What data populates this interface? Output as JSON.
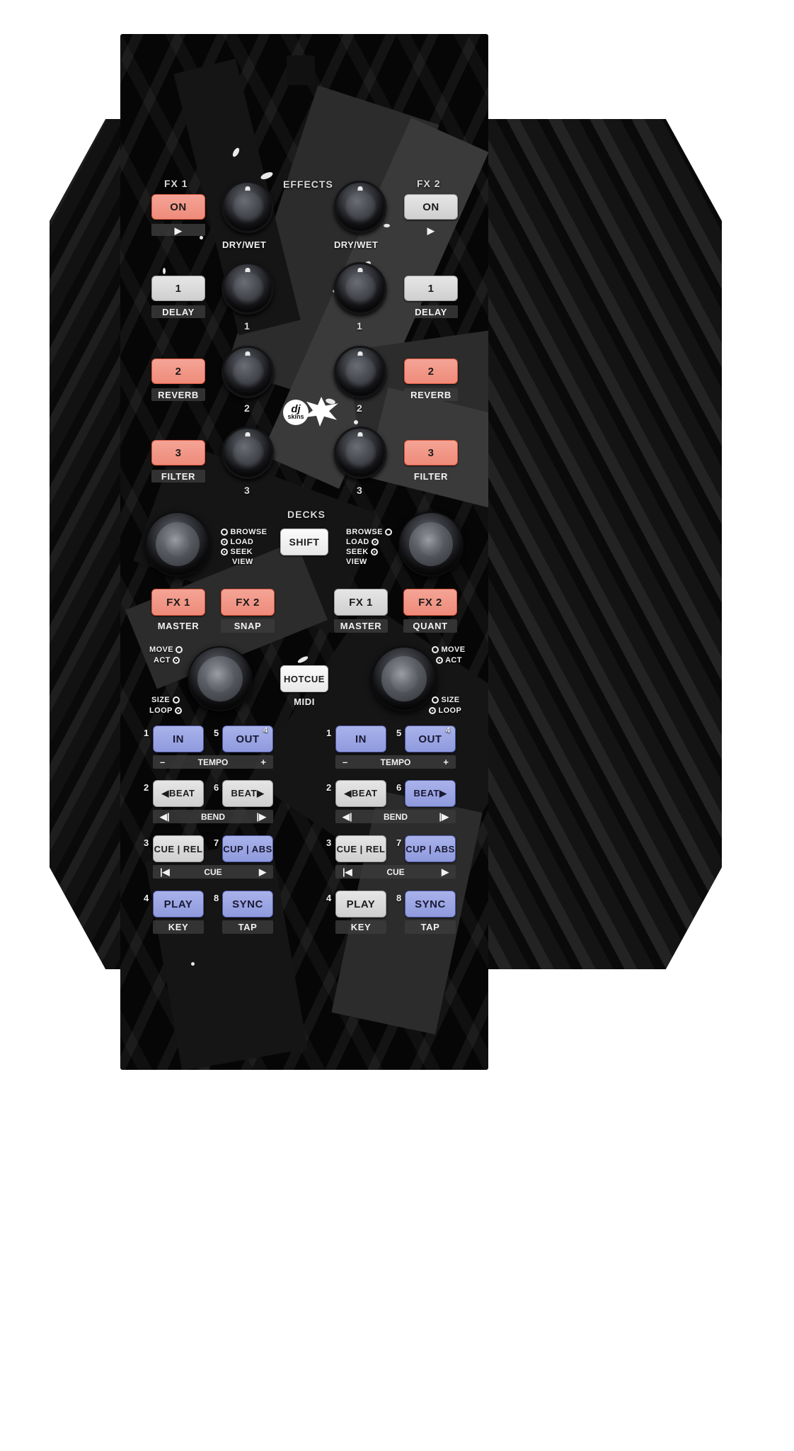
{
  "product": {
    "brand_watermark_top": "dj",
    "brand_watermark_bottom": "skins"
  },
  "sections": {
    "effects_title": "EFFECTS",
    "decks_title": "DECKS"
  },
  "fx": {
    "left": {
      "title": "FX 1",
      "on_label": "ON",
      "arrow_glyph": "▶",
      "slots": [
        {
          "number": "1",
          "name": "DELAY"
        },
        {
          "number": "2",
          "name": "REVERB"
        },
        {
          "number": "3",
          "name": "FILTER"
        }
      ],
      "drywet_label": "DRY/WET",
      "knob_numbers": [
        "1",
        "2",
        "3"
      ]
    },
    "right": {
      "title": "FX 2",
      "on_label": "ON",
      "arrow_glyph": "▶",
      "slots": [
        {
          "number": "1",
          "name": "DELAY"
        },
        {
          "number": "2",
          "name": "REVERB"
        },
        {
          "number": "3",
          "name": "FILTER"
        }
      ],
      "drywet_label": "DRY/WET",
      "knob_numbers": [
        "1",
        "2",
        "3"
      ]
    }
  },
  "browse": {
    "left": {
      "items": [
        "BROWSE",
        "LOAD",
        "SEEK"
      ],
      "extra": "VIEW"
    },
    "right": {
      "items": [
        "BROWSE",
        "LOAD",
        "SEEK"
      ],
      "extra": "VIEW"
    },
    "shift_label": "SHIFT"
  },
  "fx_assign": {
    "left": [
      {
        "button": "FX 1",
        "label": "MASTER"
      },
      {
        "button": "FX 2",
        "label": "SNAP"
      }
    ],
    "right": [
      {
        "button": "FX 1",
        "label": "MASTER"
      },
      {
        "button": "FX 2",
        "label": "QUANT"
      }
    ]
  },
  "loop": {
    "left": {
      "top": [
        "MOVE",
        "ACT"
      ],
      "bottom": [
        "SIZE",
        "LOOP"
      ]
    },
    "right": {
      "top": [
        "MOVE",
        "ACT"
      ],
      "bottom": [
        "SIZE",
        "LOOP"
      ]
    },
    "hotcue_label": "HOTCUE",
    "midi_label": "MIDI"
  },
  "transport": {
    "left": {
      "rows": [
        {
          "pad_left": {
            "index": "1",
            "label": "IN"
          },
          "pad_right": {
            "index": "5",
            "label": "OUT",
            "corner": "4"
          },
          "bar": {
            "left": "–",
            "center": "TEMPO",
            "right": "+"
          }
        },
        {
          "pad_left": {
            "index": "2",
            "label": "◀BEAT"
          },
          "pad_right": {
            "index": "6",
            "label": "BEAT▶"
          },
          "bar": {
            "left": "◀|",
            "center": "BEND",
            "right": "|▶"
          }
        },
        {
          "pad_left": {
            "index": "3",
            "label": "CUE | REL"
          },
          "pad_right": {
            "index": "7",
            "label": "CUP | ABS"
          },
          "bar": {
            "left": "|◀",
            "center": "CUE",
            "right": "▶"
          }
        },
        {
          "pad_left": {
            "index": "4",
            "label": "PLAY"
          },
          "pad_right": {
            "index": "8",
            "label": "SYNC"
          },
          "bar_left_label": "KEY",
          "bar_right_label": "TAP"
        }
      ]
    },
    "right": {
      "rows": [
        {
          "pad_left": {
            "index": "1",
            "label": "IN"
          },
          "pad_right": {
            "index": "5",
            "label": "OUT",
            "corner": "4"
          },
          "bar": {
            "left": "–",
            "center": "TEMPO",
            "right": "+"
          }
        },
        {
          "pad_left": {
            "index": "2",
            "label": "◀BEAT"
          },
          "pad_right": {
            "index": "6",
            "label": "BEAT▶"
          },
          "bar": {
            "left": "◀|",
            "center": "BEND",
            "right": "|▶"
          }
        },
        {
          "pad_left": {
            "index": "3",
            "label": "CUE | REL"
          },
          "pad_right": {
            "index": "7",
            "label": "CUP | ABS"
          },
          "bar": {
            "left": "|◀",
            "center": "CUE",
            "right": "▶"
          }
        },
        {
          "pad_left": {
            "index": "4",
            "label": "PLAY"
          },
          "pad_right": {
            "index": "8",
            "label": "SYNC"
          },
          "bar_left_label": "KEY",
          "bar_right_label": "TAP"
        }
      ]
    }
  },
  "colors": {
    "accent_red": "#ef8b7a",
    "accent_blue": "#8f9ade",
    "button_grey": "#cfcfcf",
    "button_white": "#f0f0f0",
    "panel_black": "#060606",
    "label_grey": "#3a3a3a"
  }
}
